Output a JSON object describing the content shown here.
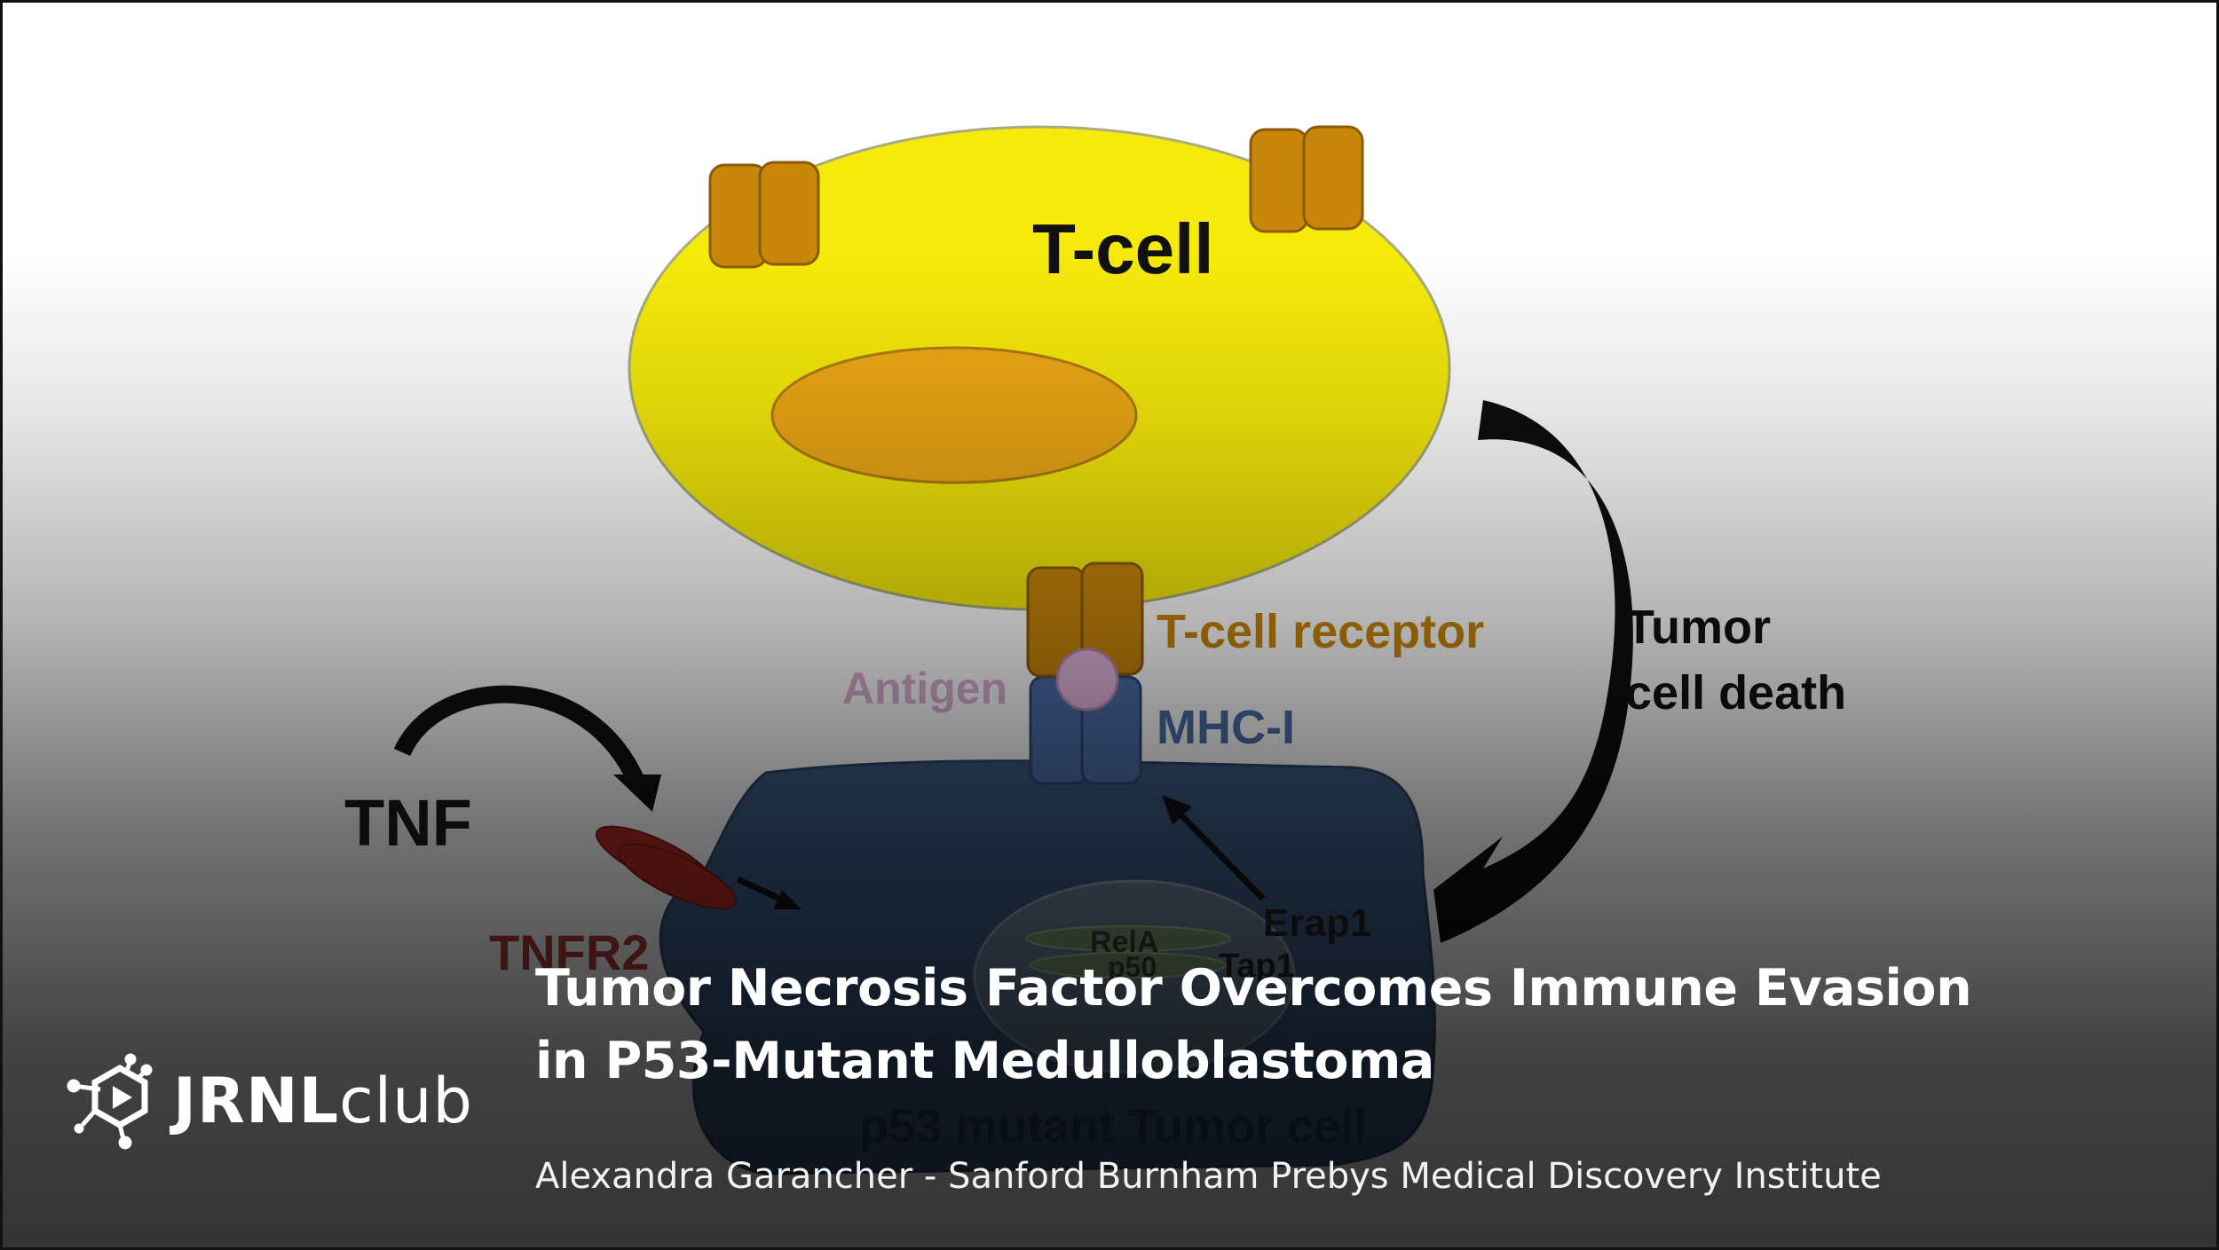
{
  "diagram": {
    "tcell_label": "T-cell",
    "tcr_label": "T-cell receptor",
    "antigen_label": "Antigen",
    "mhc_label": "MHC-I",
    "tnf_label": "TNF",
    "tnfr2_label": "TNFR2",
    "tumor_death_line1": "Tumor",
    "tumor_death_line2": "cell death",
    "erap1_label": "Erap1",
    "rela_label": "RelA",
    "p50_label": "p50",
    "tap1_label": "Tap1",
    "tumor_cell_label": "p53 mutant Tumor cell",
    "colors": {
      "tcell": "#f6ea0a",
      "nucleus_orange": "#eea915",
      "receptor": "#c8860a",
      "mhc": "#4d6fa9",
      "antigen": "#e6b8e0",
      "tumor_cell": "#3d5b84",
      "tnfr2": "#b22a24",
      "tcr_text": "#c8860a",
      "tnfr2_text": "#b33a34"
    }
  },
  "title_line1": "Tumor Necrosis Factor Overcomes Immune Evasion",
  "title_line2": "in P53-Mutant Medulloblastoma",
  "subtitle": "Alexandra Garancher - Sanford Burnham Prebys Medical Discovery Institute",
  "logo": {
    "bold": "JRNL",
    "light": "club",
    "icon": "molecule-play-icon"
  }
}
